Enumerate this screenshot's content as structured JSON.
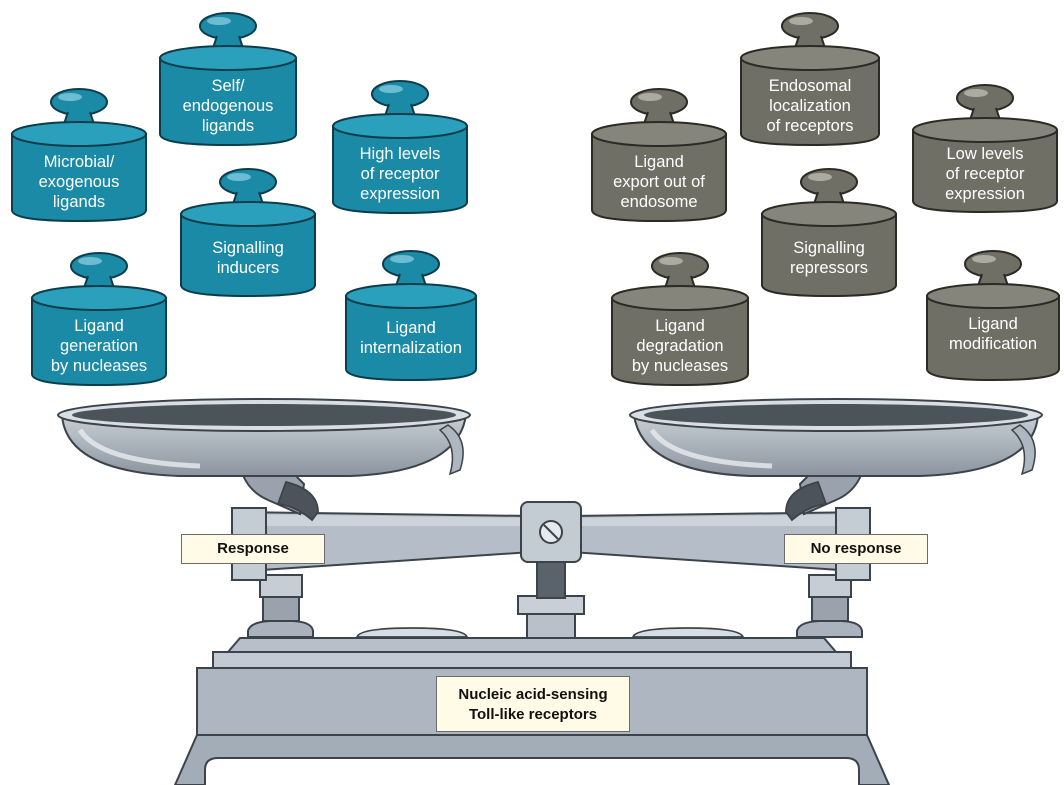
{
  "colors": {
    "activating": "#1b8aa7",
    "repressing": "#6f6f66"
  },
  "left_weights": [
    {
      "label": "Microbial/\nexogenous\nligands"
    },
    {
      "label": "Self/\nendogenous\nligands"
    },
    {
      "label": "High levels\nof receptor\nexpression"
    },
    {
      "label": "Signalling\ninducers"
    },
    {
      "label": "Ligand\ngeneration\nby nucleases"
    },
    {
      "label": "Ligand\ninternalization"
    }
  ],
  "right_weights": [
    {
      "label": "Endosomal\nlocalization\nof receptors"
    },
    {
      "label": "Ligand\nexport out of\nendosome"
    },
    {
      "label": "Low levels\nof receptor\nexpression"
    },
    {
      "label": "Signalling\nrepressors"
    },
    {
      "label": "Ligand\ndegradation\nby nucleases"
    },
    {
      "label": "Ligand\nmodification"
    }
  ],
  "scale": {
    "left_label": "Response",
    "right_label": "No response",
    "base_label": "Nucleic acid-sensing\nToll-like receptors"
  }
}
